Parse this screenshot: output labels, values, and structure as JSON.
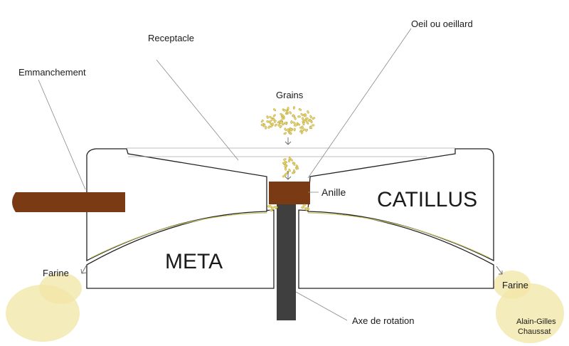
{
  "labels": {
    "receptacle": "Receptacle",
    "oeil": "Oeil ou oeillard",
    "emmanchement": "Emmanchement",
    "grains": "Grains",
    "anille": "Anille",
    "catillus": "CATILLUS",
    "meta": "META",
    "farine_left": "Farine",
    "farine_right": "Farine",
    "axe": "Axe de rotation",
    "author_line1": "Alain-Gilles",
    "author_line2": "Chaussat"
  },
  "colors": {
    "wood": "#7a3a14",
    "axle": "#3f3f3f",
    "grain": "#e8d36a",
    "flour": "#f1e6a6",
    "outline": "#222222"
  }
}
